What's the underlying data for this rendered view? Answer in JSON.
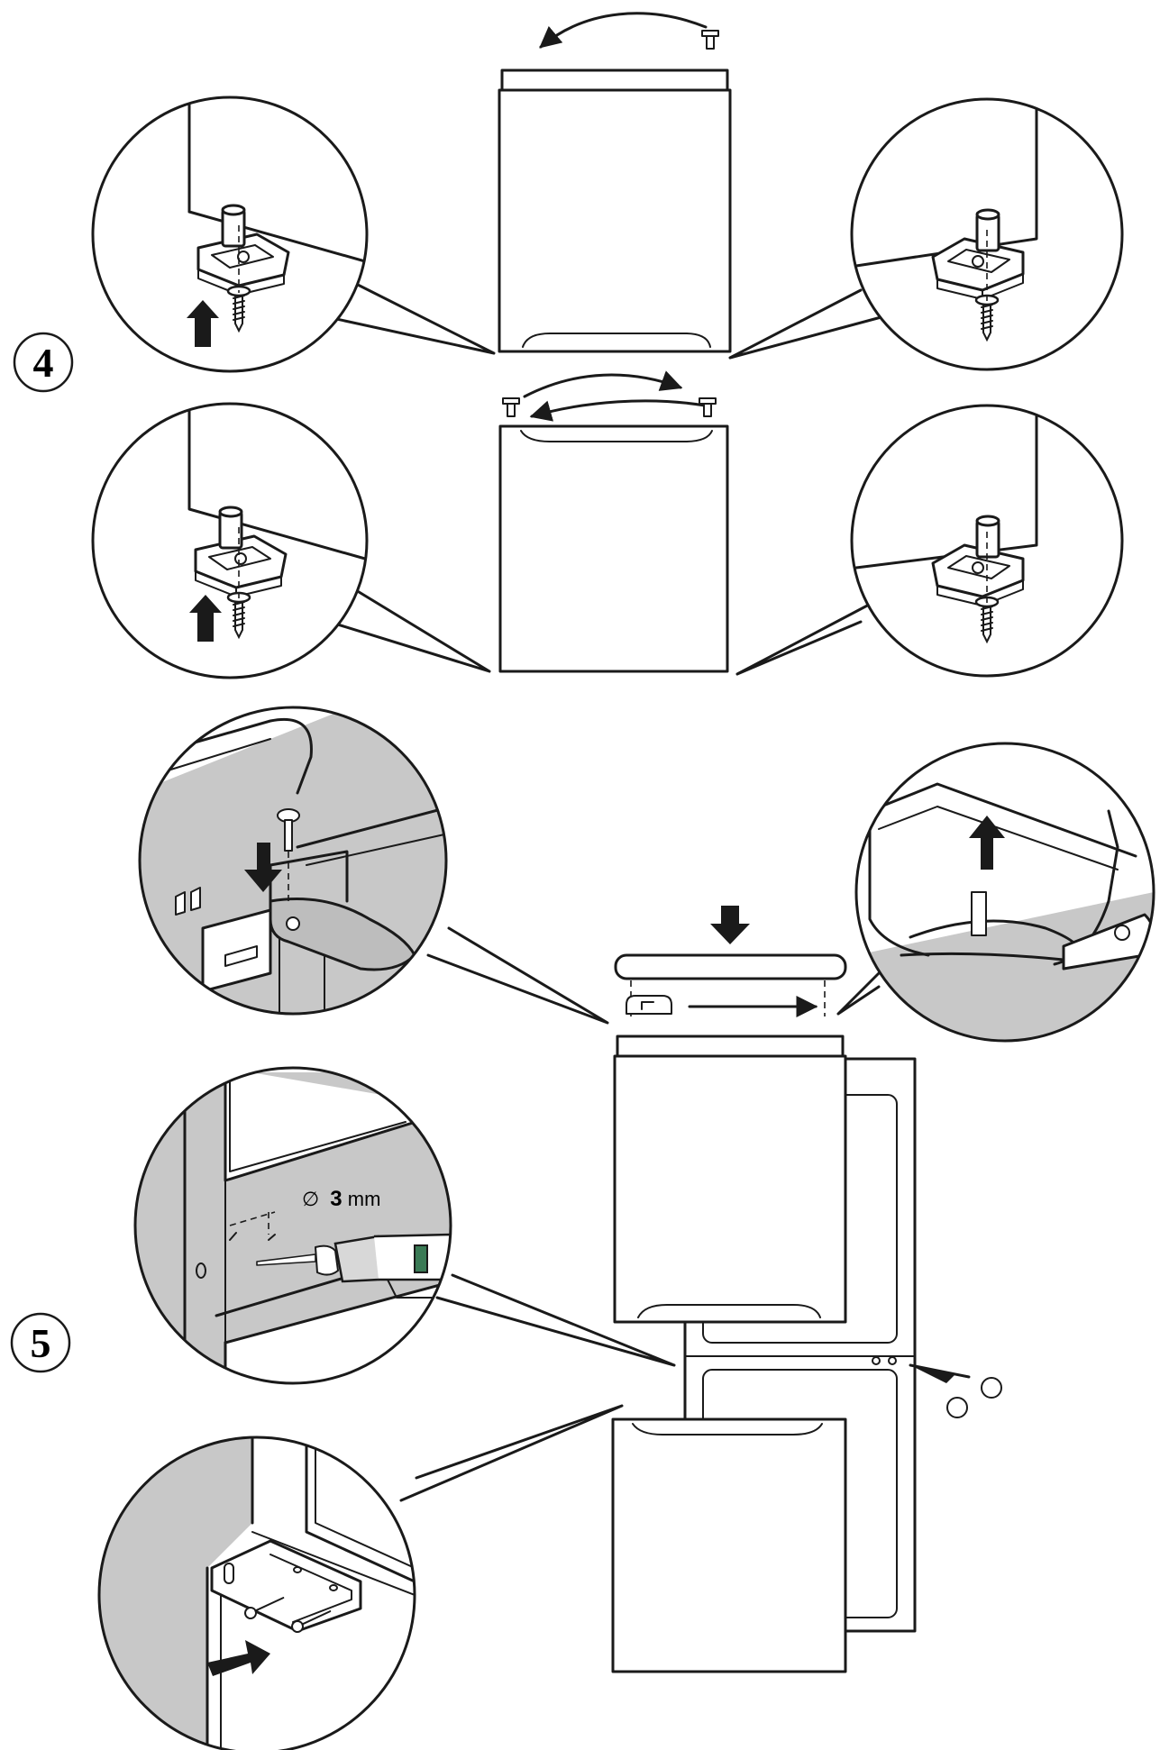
{
  "steps": {
    "step4": "4",
    "step5": "5"
  },
  "drill": {
    "diameter_symbol": "∅",
    "size": "3",
    "unit": "mm"
  },
  "icons": [
    "screw-icon",
    "hinge-icon",
    "arrow-up-icon",
    "arrow-down-icon",
    "drill-icon",
    "cap-icon"
  ]
}
